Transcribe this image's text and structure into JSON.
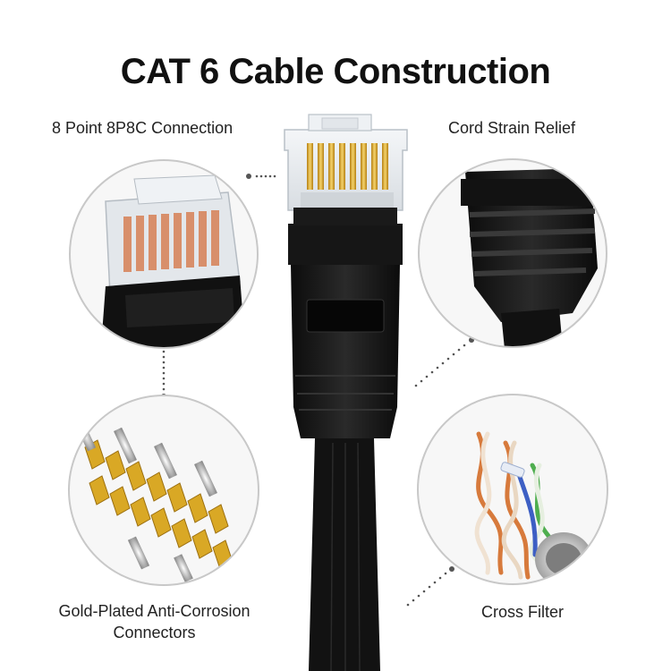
{
  "title": "CAT 6 Cable Construction",
  "labels": {
    "top_left": "8 Point 8P8C Connection",
    "top_right": "Cord Strain Relief",
    "bottom_left_line1": "Gold-Plated Anti-Corrosion",
    "bottom_left_line2": "Connectors",
    "bottom_right": "Cross Filter"
  },
  "colors": {
    "cable": "#111111",
    "gold": "#d9a825",
    "copper": "#d77a3c",
    "circle_border": "#c8c8c8",
    "leader_dots": "#555555"
  },
  "icons": [
    "rj45-connector-icon",
    "strain-relief-icon",
    "gold-pins-icon",
    "twisted-pairs-icon"
  ]
}
